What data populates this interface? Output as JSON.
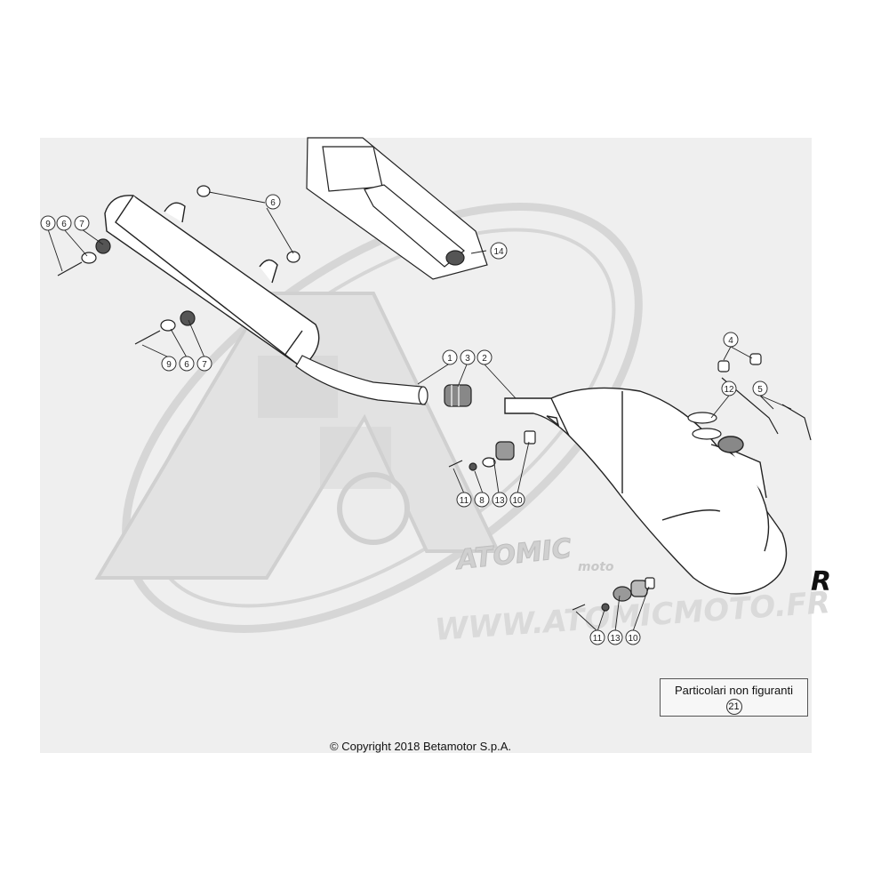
{
  "watermark": {
    "brand": "ATOMIC",
    "sub": "moto",
    "url": "WWW.ATOMICMOTO.FR",
    "edge_fragment": "R"
  },
  "callouts": {
    "muffler_top": [
      "6"
    ],
    "muffler_left": [
      "9",
      "6",
      "7"
    ],
    "muffler_bottom": [
      "9",
      "6",
      "7"
    ],
    "sleeve": [
      "14"
    ],
    "mid_top": [
      "1",
      "3",
      "2"
    ],
    "mid_bottom": [
      "11",
      "8",
      "13",
      "10"
    ],
    "right_top": [
      "4",
      "12",
      "5"
    ],
    "lower": [
      "11",
      "13",
      "10"
    ]
  },
  "note": {
    "title": "Particolari non figuranti",
    "ref": "21"
  },
  "copyright": "© Copyright 2018 Betamotor S.p.A.",
  "colors": {
    "sheet": "#efefef",
    "line": "#222222",
    "part_fill": "#ffffff",
    "watermark": "#d9d9d9"
  }
}
